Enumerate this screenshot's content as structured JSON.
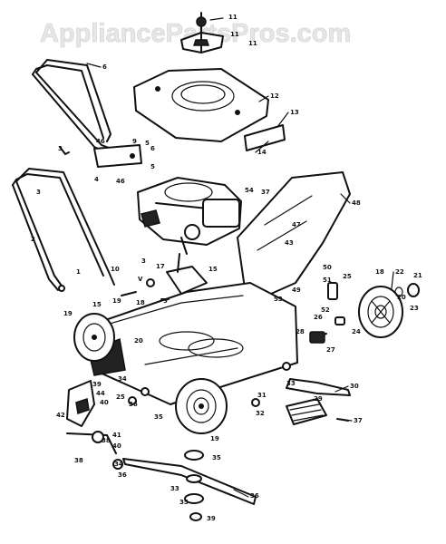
{
  "watermark": "AppliancePartsPros.com",
  "labels": {
    "l1": "11",
    "l2": "11",
    "l3": "11",
    "l4": "12",
    "l5": "13",
    "l6": "14",
    "l7": "6",
    "l8": "3",
    "l9": "5",
    "l10": "6",
    "l11": "46",
    "l12": "4",
    "l13": "46",
    "l14": "9",
    "l15": "5",
    "l16": "54",
    "l17": "37",
    "l18": "48",
    "l19": "47",
    "l20": "43",
    "l21": "3",
    "l22": "2",
    "l23": "10",
    "l24": "1",
    "l25": "3",
    "l26": "17",
    "l27": "V",
    "l28": "15",
    "l29": "9",
    "l30": "50",
    "l31": "51",
    "l32": "49",
    "l33": "52",
    "l34": "53",
    "l35": "25",
    "l36": "18",
    "l37": "22",
    "l38": "21",
    "l39": "20",
    "l40": "23",
    "l41": "19",
    "l42": "15",
    "l43": "19",
    "l44": "18",
    "l45": "28",
    "l46": "26",
    "l47": "24",
    "l48": "27",
    "l49": "30",
    "l50": "29",
    "l51": "31",
    "l52": "32",
    "l53": "33",
    "l54": "34",
    "l55": "25",
    "l56": "36",
    "l57": "35",
    "l58": "19",
    "l59": "20",
    "l60": "39",
    "l61": "40",
    "l62": "44",
    "l63": "42",
    "l64": "41",
    "l65": "40",
    "l66": "38",
    "l67": "34",
    "l68": "36",
    "l69": "38",
    "l70": "35",
    "l71": "33",
    "l72": "35",
    "l73": "36",
    "l74": "39",
    "l75": "37"
  }
}
